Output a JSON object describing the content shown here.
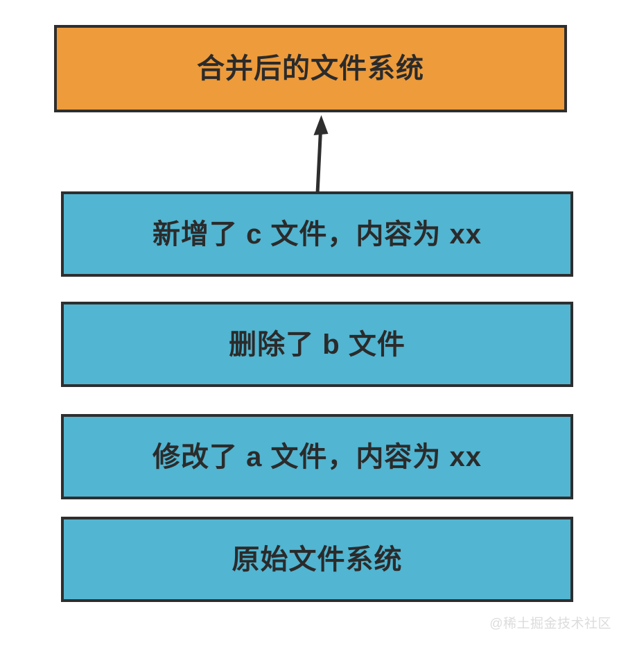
{
  "diagram": {
    "title": "合并后的文件系统",
    "merged_node": {
      "label": "合并后的文件系统",
      "fill": "#ed9b3b",
      "border": "#2e2e2e"
    },
    "layers": [
      {
        "label": "新增了 c 文件，内容为 xx",
        "fill": "#52b5d1",
        "border": "#2e2e2e"
      },
      {
        "label": "删除了 b 文件",
        "fill": "#52b5d1",
        "border": "#2e2e2e"
      },
      {
        "label": "修改了 a 文件，内容为 xx",
        "fill": "#52b5d1",
        "border": "#2e2e2e"
      },
      {
        "label": "原始文件系统",
        "fill": "#52b5d1",
        "border": "#2e2e2e"
      }
    ],
    "arrow": {
      "name": "merge-arrow",
      "direction": "up",
      "color": "#2e2e2e",
      "from": "新增了 c 文件，内容为 xx",
      "to": "合并后的文件系统"
    },
    "watermark": "@稀土掘金技术社区",
    "colors": {
      "background": "#ffffff",
      "accent_orange": "#ed9b3b",
      "accent_blue": "#52b5d1",
      "stroke": "#2e2e2e",
      "text": "#2b2b2b",
      "watermark": "#dcdcdc"
    }
  }
}
